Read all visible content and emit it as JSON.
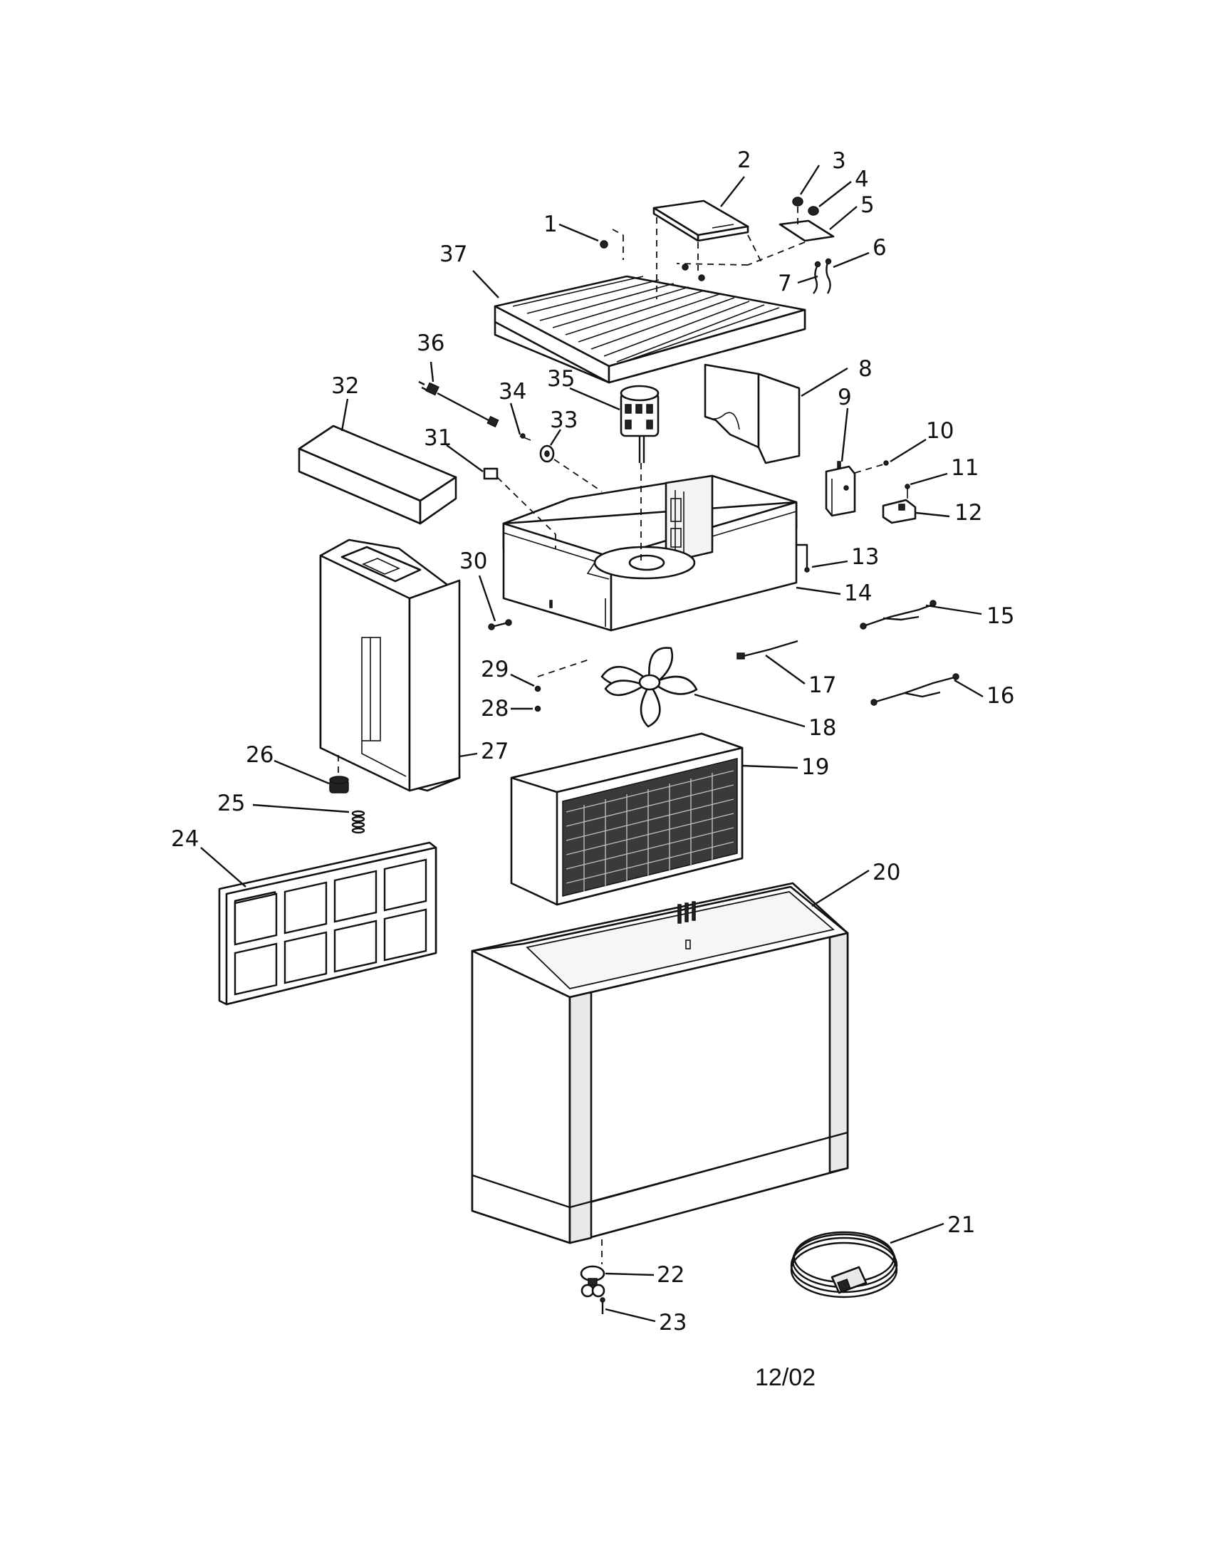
{
  "labels": {
    "p1": "1",
    "p2": "2",
    "p3": "3",
    "p4": "4",
    "p5": "5",
    "p6": "6",
    "p7": "7",
    "p8": "8",
    "p9": "9",
    "p10": "10",
    "p11": "11",
    "p12": "12",
    "p13": "13",
    "p14": "14",
    "p15": "15",
    "p16": "16",
    "p17": "17",
    "p18": "18",
    "p19": "19",
    "p20": "20",
    "p21": "21",
    "p22": "22",
    "p23": "23",
    "p24": "24",
    "p25": "25",
    "p26": "26",
    "p27": "27",
    "p28": "28",
    "p29": "29",
    "p30": "30",
    "p31": "31",
    "p32": "32",
    "p33": "33",
    "p34": "34",
    "p35": "35",
    "p36": "36",
    "p37": "37"
  },
  "date": "12/02"
}
